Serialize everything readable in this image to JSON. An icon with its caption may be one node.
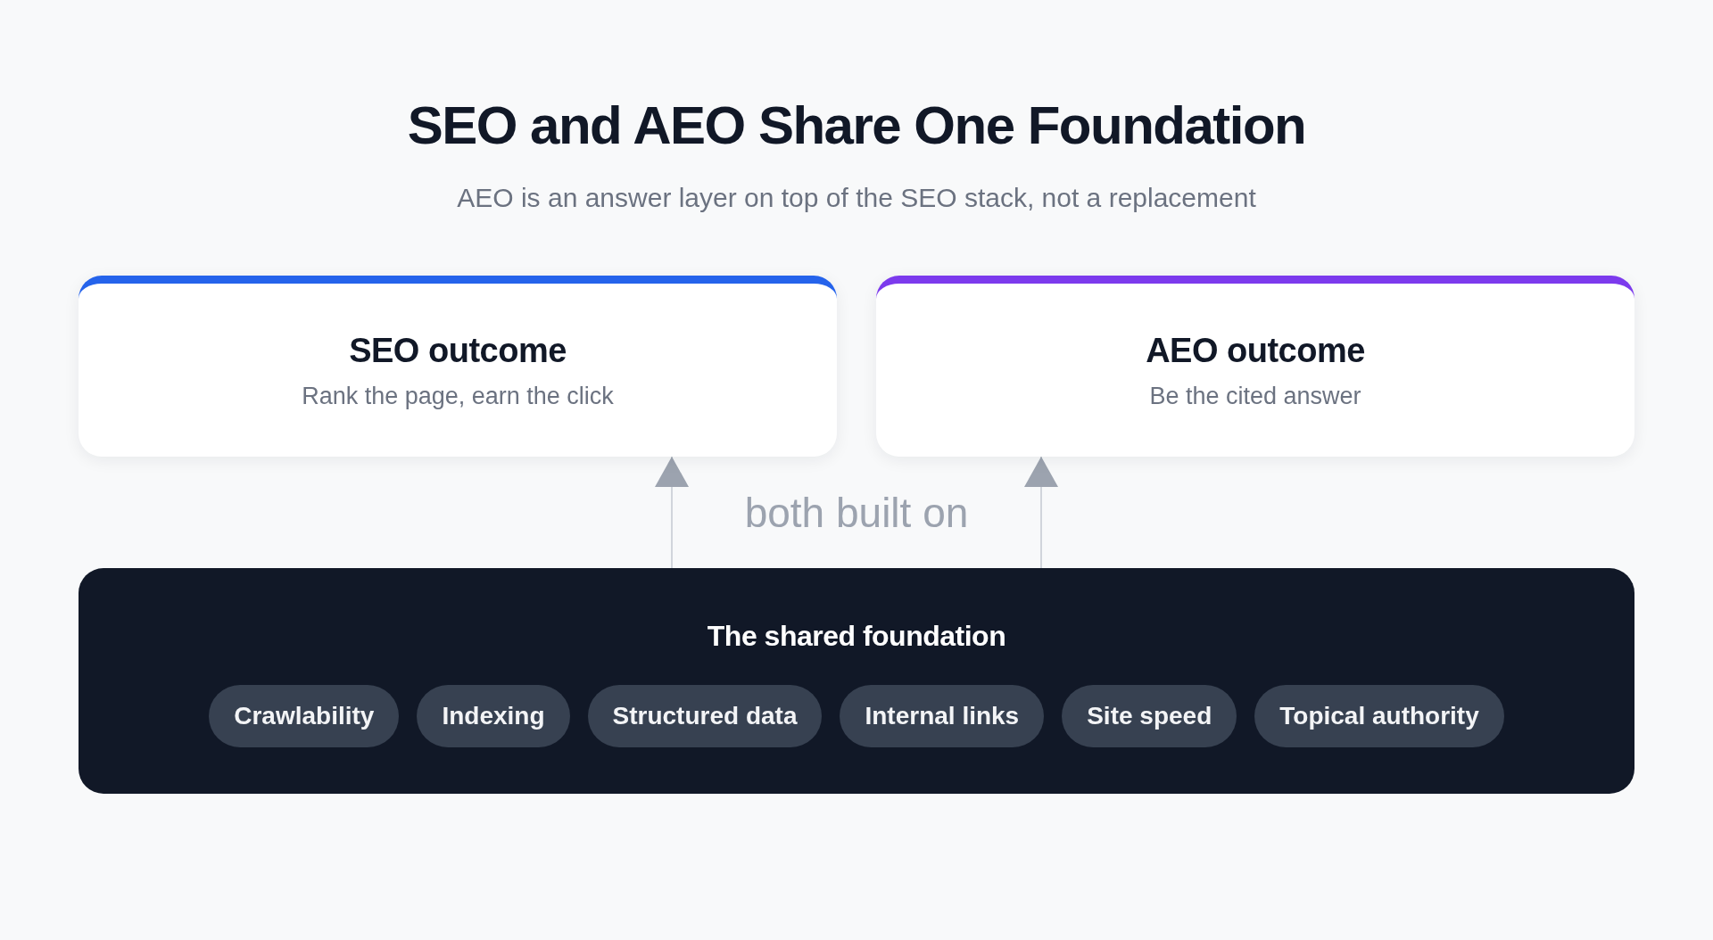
{
  "diagram": {
    "title": "SEO and AEO Share One Foundation",
    "nodes": [
      {
        "text": [
          "SEO outcome",
          "Rank the page, earn the click"
        ]
      },
      {
        "text": [
          "AEO outcome",
          "Be the cited answer"
        ]
      },
      {
        "text": [
          "The shared foundation"
        ]
      },
      {
        "text": [
          "Crawlability"
        ],
        "in": 2
      },
      {
        "text": [
          "Indexing"
        ],
        "in": 2
      },
      {
        "text": [
          "Structured data"
        ],
        "in": 2
      },
      {
        "text": [
          "Internal links"
        ],
        "in": 2
      },
      {
        "text": [
          "Site speed"
        ],
        "in": 2
      },
      {
        "text": [
          "Topical authority"
        ],
        "in": 2
      }
    ],
    "edges": [
      {
        "from": 2,
        "to": 0,
        "arrow": "to"
      },
      {
        "from": 2,
        "to": 1,
        "arrow": "to"
      }
    ],
    "labels": [
      "AEO is an answer layer on top of the SEO stack, not a replacement",
      "both built on"
    ]
  }
}
